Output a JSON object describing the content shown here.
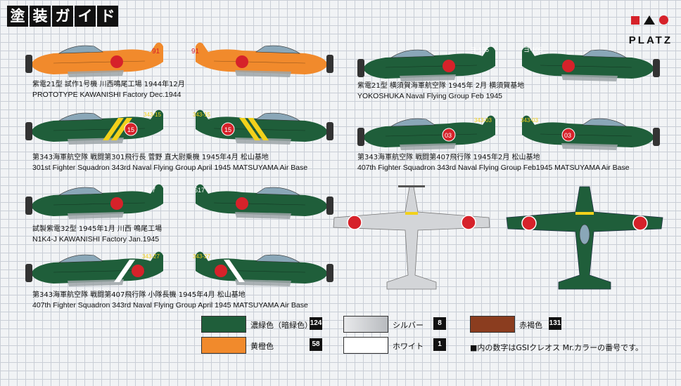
{
  "title": {
    "chars": [
      "塗",
      "装",
      "ガ",
      "イ",
      "ド"
    ]
  },
  "brand": {
    "name": "PLATZ"
  },
  "captions": [
    {
      "jp": "紫電21型 試作1号機 川西鳴尾工場 1944年12月",
      "en": "PROTOTYPE KAWANISHI Factory Dec.1944"
    },
    {
      "jp": "紫電21型 横須賀海軍航空隊 1945年 2月 横須賀基地",
      "en": "YOKOSHUKA Naval Flying Group    Feb 1945"
    },
    {
      "jp": "第343海軍航空隊  戦闘第301飛行長 菅野 直大尉乗機 1945年4月 松山基地",
      "en": "301st Fighter Squadron 343rd Naval Flying Group     April 1945 MATSUYAMA Air Base"
    },
    {
      "jp": "第343海軍航空隊  戦闘第407飛行隊 1945年2月 松山基地",
      "en": "407th Fighter Squadron 343rd Naval Flying Group      Feb1945 MATSUYAMA Air Base"
    },
    {
      "jp": "試製紫電32型 1945年1月 川西 鳴尾工場",
      "en": "N1K4-J KAWANISHI Factory Jan.1945"
    },
    {
      "jp": "第343海軍航空隊  戦闘第407飛行隊 小隊長機 1945年4月 松山基地",
      "en": "407th Fighter Squadron 343rd Naval Flying Group     April 1945 MATSUYAMA Air Base"
    }
  ],
  "markings": {
    "proto_tail": "91",
    "yokosuka_tail": "ヨ-105",
    "s301_tail": "343-15",
    "s301_num": "15",
    "s407a_tail": "343-03",
    "s407a_num": "03",
    "n1k4_tail": "517",
    "s407b_tail": "343-27"
  },
  "paints": [
    {
      "label": "濃緑色（暗緑色）",
      "code": "124",
      "color": "#1f5e3a"
    },
    {
      "label": "黄橙色",
      "code": "58",
      "color": "#f18a2c"
    },
    {
      "label": "シルバー",
      "code": "8",
      "color": "#c7c9cc"
    },
    {
      "label": "ホワイト",
      "code": "1",
      "color": "#ffffff"
    },
    {
      "label": "赤褐色",
      "code": "131",
      "color": "#8b3d1f"
    }
  ],
  "note": "■内の数字はGSIクレオス  Mr.カラーの番号です。",
  "colors": {
    "green": "#1f5e3a",
    "orange": "#f18a2c",
    "red": "#d6222a",
    "yellow": "#f2d11b",
    "silver": "#d3d5d8"
  }
}
